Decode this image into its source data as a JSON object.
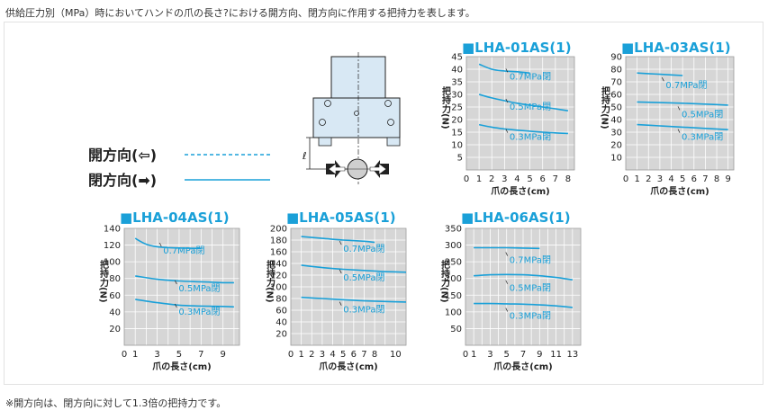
{
  "header_note": "供給圧力別（MPa）時においてハンドの爪の長さ?における開方向、閉方向に作用する把持力を表します。",
  "footer_note": "※開方向は、閉方向に対して1.3倍の把持力です。",
  "legend": {
    "open_label": "開方向(⇦)",
    "close_label": "閉方向(➡)",
    "open_style": "dashed",
    "close_style": "solid"
  },
  "diagram": {
    "length_symbol": "ℓ"
  },
  "colors": {
    "accent": "#1aa0d8",
    "plot_bg": "#d6d6d6",
    "grid": "#ffffff",
    "text": "#222222"
  },
  "chart_data": [
    {
      "id": "lha01",
      "type": "line",
      "title": "■LHA-01AS(1)",
      "xlabel": "爪の長さ(cm)",
      "ylabel": "把持力(N)",
      "xlim": [
        0,
        8.5
      ],
      "xticks": [
        0,
        1,
        2,
        3,
        4,
        5,
        6,
        7,
        8
      ],
      "ylim": [
        0,
        45
      ],
      "yticks": [
        5,
        10,
        15,
        20,
        25,
        30,
        35,
        40,
        45
      ],
      "series": [
        {
          "name": "0.7MPa閉",
          "x": [
            1,
            2,
            3,
            4,
            5
          ],
          "y": [
            42,
            40,
            39.3,
            39,
            38.5
          ]
        },
        {
          "name": "0.5MPa閉",
          "x": [
            1,
            2,
            3,
            4,
            5,
            6,
            7,
            8
          ],
          "y": [
            30,
            28.6,
            27.5,
            26.5,
            25.7,
            25,
            24.3,
            23.5
          ]
        },
        {
          "name": "0.3MPa閉",
          "x": [
            1,
            2,
            3,
            4,
            5,
            6,
            7,
            8
          ],
          "y": [
            18,
            17,
            16.3,
            15.8,
            15.4,
            15,
            14.7,
            14.5
          ]
        }
      ]
    },
    {
      "id": "lha03",
      "type": "line",
      "title": "■LHA-03AS(1)",
      "xlabel": "爪の長さ(cm)",
      "ylabel": "把持力(N)",
      "xlim": [
        0,
        9.5
      ],
      "xticks": [
        0,
        1,
        2,
        3,
        4,
        5,
        6,
        7,
        8,
        9
      ],
      "ylim": [
        0,
        90
      ],
      "yticks": [
        10,
        20,
        30,
        40,
        50,
        60,
        70,
        80,
        90
      ],
      "series": [
        {
          "name": "0.7MPa閉",
          "x": [
            1,
            2,
            3,
            4,
            5
          ],
          "y": [
            77,
            76.5,
            76,
            75.5,
            75
          ]
        },
        {
          "name": "0.5MPa閉",
          "x": [
            1,
            3,
            5,
            7,
            9
          ],
          "y": [
            54,
            53.5,
            53,
            52.3,
            51.5
          ]
        },
        {
          "name": "0.3MPa閉",
          "x": [
            1,
            3,
            5,
            7,
            9
          ],
          "y": [
            36,
            35,
            34,
            33,
            32
          ]
        }
      ]
    },
    {
      "id": "lha04",
      "type": "line",
      "title": "■LHA-04AS(1)",
      "xlabel": "爪の長さ(cm)",
      "ylabel": "把持力(N)",
      "xlim": [
        0,
        10.5
      ],
      "xticks": [
        0,
        1,
        3,
        5,
        7,
        9
      ],
      "ylim": [
        0,
        140
      ],
      "yticks": [
        20,
        40,
        60,
        80,
        100,
        120,
        140
      ],
      "series": [
        {
          "name": "0.7MPa閉",
          "x": [
            1,
            2,
            3,
            4,
            5,
            7
          ],
          "y": [
            128,
            121,
            118,
            117,
            116.5,
            116
          ]
        },
        {
          "name": "0.5MPa閉",
          "x": [
            1,
            3,
            5,
            7,
            9,
            10
          ],
          "y": [
            83,
            79,
            77,
            76,
            75,
            75
          ]
        },
        {
          "name": "0.3MPa閉",
          "x": [
            1,
            3,
            5,
            7,
            9,
            10
          ],
          "y": [
            55,
            51,
            48,
            47,
            46.5,
            46
          ]
        }
      ]
    },
    {
      "id": "lha05",
      "type": "line",
      "title": "■LHA-05AS(1)",
      "xlabel": "爪の長さ(cm)",
      "ylabel": "把持力(N)",
      "xlim": [
        0,
        11
      ],
      "xticks": [
        0,
        1,
        2,
        3,
        4,
        5,
        6,
        7,
        8,
        10
      ],
      "ylim": [
        0,
        200
      ],
      "yticks": [
        20,
        40,
        60,
        80,
        100,
        120,
        140,
        160,
        180,
        200
      ],
      "series": [
        {
          "name": "0.7MPa閉",
          "x": [
            1,
            3,
            5,
            7,
            8
          ],
          "y": [
            186,
            183,
            180,
            178,
            176
          ]
        },
        {
          "name": "0.5MPa閉",
          "x": [
            1,
            3,
            5,
            7,
            9,
            11
          ],
          "y": [
            137,
            133,
            130,
            128,
            126,
            125
          ]
        },
        {
          "name": "0.3MPa閉",
          "x": [
            1,
            3,
            5,
            7,
            9,
            11
          ],
          "y": [
            82,
            80,
            78,
            76,
            75,
            74
          ]
        }
      ]
    },
    {
      "id": "lha06",
      "type": "line",
      "title": "■LHA-06AS(1)",
      "xlabel": "爪の長さ(cm)",
      "ylabel": "把持力(N)",
      "xlim": [
        0,
        14
      ],
      "xticks": [
        0,
        1,
        3,
        5,
        7,
        9,
        11,
        13
      ],
      "ylim": [
        0,
        350
      ],
      "yticks": [
        50,
        100,
        150,
        200,
        250,
        300,
        350
      ],
      "series": [
        {
          "name": "0.7MPa閉",
          "x": [
            1,
            3,
            5,
            7,
            9
          ],
          "y": [
            292,
            292,
            292,
            291,
            290
          ]
        },
        {
          "name": "0.5MPa閉",
          "x": [
            1,
            3,
            5,
            7,
            9,
            11,
            13
          ],
          "y": [
            208,
            211,
            212,
            211,
            208,
            203,
            196
          ]
        },
        {
          "name": "0.3MPa閉",
          "x": [
            1,
            3,
            5,
            7,
            9,
            11,
            13
          ],
          "y": [
            125,
            125,
            124,
            123,
            121,
            118,
            113
          ]
        }
      ]
    }
  ]
}
